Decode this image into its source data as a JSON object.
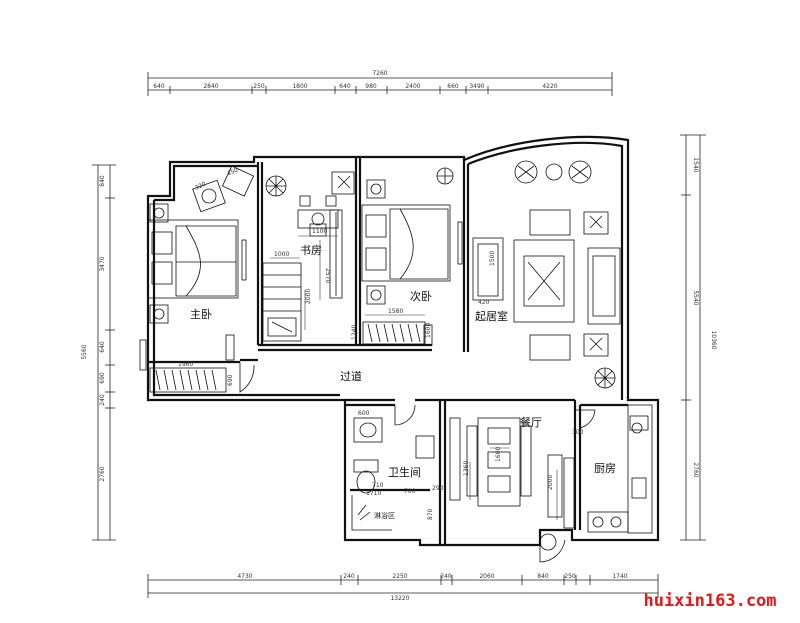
{
  "rooms": {
    "master_bedroom": "主卧",
    "study": "书房",
    "second_bedroom": "次卧",
    "living_room": "起居室",
    "hallway": "过道",
    "dining_room": "餐厅",
    "bathroom": "卫生间",
    "kitchen": "厨房",
    "shower_area": "淋浴区"
  },
  "dimensions": {
    "top_total": "7260",
    "top_segments": [
      "640",
      "2840",
      "250",
      "1800",
      "640",
      "980",
      "2400",
      "660",
      "3490",
      "4220"
    ],
    "bottom_total": "13220",
    "bottom_segments": [
      "4730",
      "240",
      "2250",
      "240",
      "2060",
      "840",
      "250",
      "1740"
    ],
    "left_total": "5560",
    "left_segments": [
      "840",
      "3470",
      "640",
      "690",
      "240",
      "2760"
    ],
    "right_total": "10360",
    "right_segments": [
      "1540",
      "5540",
      "2760"
    ],
    "interior": {
      "d1100": "1100",
      "d1000": "1000",
      "d2570": "2570",
      "d2000a": "2000",
      "d1580": "1580",
      "d1960": "1960",
      "d690": "690",
      "d1600": "1600",
      "d1240": "1240",
      "d600": "600",
      "d710": "710",
      "d1710": "1710",
      "d700": "700",
      "d290": "290",
      "d870": "870",
      "d1360": "1360",
      "d1600b": "1600",
      "d2000b": "2000",
      "d300": "300",
      "d420": "420",
      "d1500": "1500",
      "d320": "320",
      "d450": "450"
    }
  },
  "watermark": "huixin163.com"
}
